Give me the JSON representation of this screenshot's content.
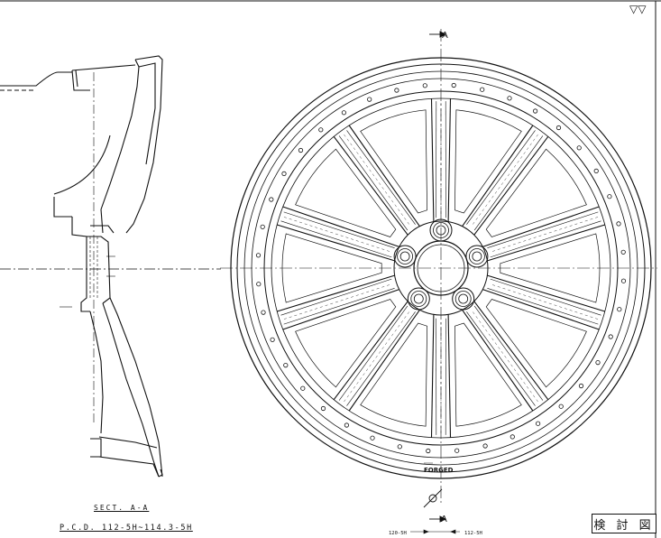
{
  "section_label": "SECT. A-A",
  "pcd_label": "P.C.D. 112-5H~114.3-5H",
  "title_block": "検 討 図",
  "section_marker_top": "A",
  "section_marker_bottom": "A",
  "center_mark_text": "FORGED",
  "dimension_left": "120-5H",
  "dimension_right": "112-5H",
  "surface_symbol": "▽▽",
  "spoke_count": 10,
  "lug_count": 5,
  "rivet_count": 40,
  "colors": {
    "line": "#111111",
    "background": "#ffffff"
  }
}
